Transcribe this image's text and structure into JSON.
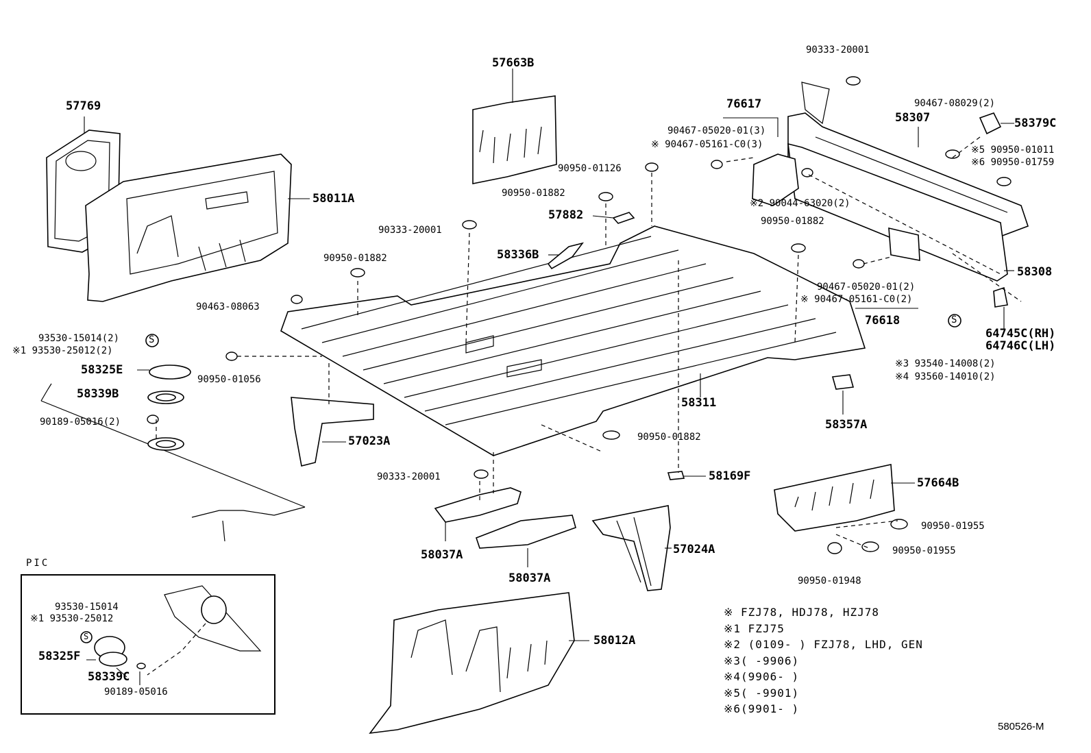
{
  "labels": {
    "p57769": "57769",
    "p57663b": "57663B",
    "p58011a": "58011A",
    "p90950_01126": "90950-01126",
    "p90950_01882_top": "90950-01882",
    "p57882": "57882",
    "p58336b": "58336B",
    "p90333_20001_left": "90333-20001",
    "p90950_01882_left": "90950-01882",
    "p90463_08063": "90463-08063",
    "p93530_15014": "93530-15014(2)",
    "p93530_25012": "※1 93530-25012(2)",
    "p58325e": "58325E",
    "p58339b": "58339B",
    "p90189_05016": "90189-05016(2)",
    "p90950_01056": "90950-01056",
    "p57023a": "57023A",
    "p90333_20001_top": "90333-20001",
    "p76617": "76617",
    "p90467_05020_3": "90467-05020-01(3)",
    "p90467_05161_3": "※ 90467-05161-C0(3)",
    "p90467_08029": "90467-08029(2)",
    "p58307": "58307",
    "p58379c": "58379C",
    "p90950_01011": "※5 90950-01011",
    "p90950_01759": "※6 90950-01759",
    "p90044_63020": "※2 90044-63020(2)",
    "p90950_01882_right": "90950-01882",
    "p58308": "58308",
    "p90467_05020_2": "90467-05020-01(2)",
    "p90467_05161_2": "※ 90467-05161-C0(2)",
    "p76618": "76618",
    "p64745c": "64745C(RH)",
    "p64746c": "64746C(LH)",
    "p93540_14008": "※3 93540-14008(2)",
    "p93560_14010": "※4 93560-14010(2)",
    "p58311": "58311",
    "p58357a": "58357A",
    "p90950_01882_mid": "90950-01882",
    "p90333_20001_bot": "90333-20001",
    "p58169f": "58169F",
    "p57664b": "57664B",
    "p90950_01955_a": "90950-01955",
    "p90950_01955_b": "90950-01955",
    "p90950_01948": "90950-01948",
    "p58037a_1": "58037A",
    "p58037a_2": "58037A",
    "p57024a": "57024A",
    "p58012a": "58012A",
    "s_symbol": "S"
  },
  "pic": {
    "title": "PIC",
    "p93530_15014": "93530-15014",
    "p93530_25012": "※1 93530-25012",
    "p58325f": "58325F",
    "p58339c": "58339C",
    "p90189_05016": "90189-05016",
    "s_symbol": "S"
  },
  "notes": [
    "※  FZJ78, HDJ78, HZJ78",
    "※1 FZJ75",
    "※2 (0109-       ) FZJ78, LHD, GEN",
    "※3(      -9906)",
    "※4(9906-      )",
    "※5(      -9901)",
    "※6(9901-      )"
  ],
  "figure_code": "580526-M"
}
